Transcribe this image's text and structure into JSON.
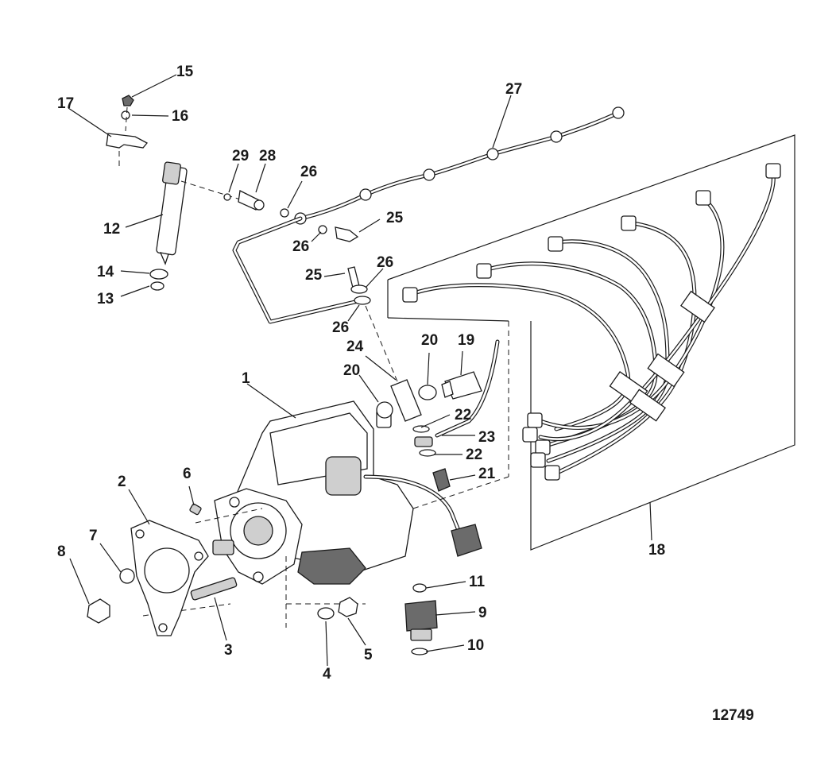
{
  "figure_number": "12749",
  "callouts": [
    {
      "id": "c1",
      "label": "1"
    },
    {
      "id": "c2",
      "label": "2"
    },
    {
      "id": "c3",
      "label": "3"
    },
    {
      "id": "c4",
      "label": "4"
    },
    {
      "id": "c5",
      "label": "5"
    },
    {
      "id": "c6",
      "label": "6"
    },
    {
      "id": "c7",
      "label": "7"
    },
    {
      "id": "c8",
      "label": "8"
    },
    {
      "id": "c9",
      "label": "9"
    },
    {
      "id": "c10",
      "label": "10"
    },
    {
      "id": "c11",
      "label": "11"
    },
    {
      "id": "c12",
      "label": "12"
    },
    {
      "id": "c13",
      "label": "13"
    },
    {
      "id": "c14",
      "label": "14"
    },
    {
      "id": "c15",
      "label": "15"
    },
    {
      "id": "c16",
      "label": "16"
    },
    {
      "id": "c17",
      "label": "17"
    },
    {
      "id": "c18",
      "label": "18"
    },
    {
      "id": "c19",
      "label": "19"
    },
    {
      "id": "c20a",
      "label": "20"
    },
    {
      "id": "c20b",
      "label": "20"
    },
    {
      "id": "c21",
      "label": "21"
    },
    {
      "id": "c22a",
      "label": "22"
    },
    {
      "id": "c22b",
      "label": "22"
    },
    {
      "id": "c23",
      "label": "23"
    },
    {
      "id": "c24",
      "label": "24"
    },
    {
      "id": "c25a",
      "label": "25"
    },
    {
      "id": "c25b",
      "label": "25"
    },
    {
      "id": "c26a",
      "label": "26"
    },
    {
      "id": "c26b",
      "label": "26"
    },
    {
      "id": "c26c",
      "label": "26"
    },
    {
      "id": "c26d",
      "label": "26"
    },
    {
      "id": "c27",
      "label": "27"
    },
    {
      "id": "c28",
      "label": "28"
    },
    {
      "id": "c29",
      "label": "29"
    }
  ]
}
